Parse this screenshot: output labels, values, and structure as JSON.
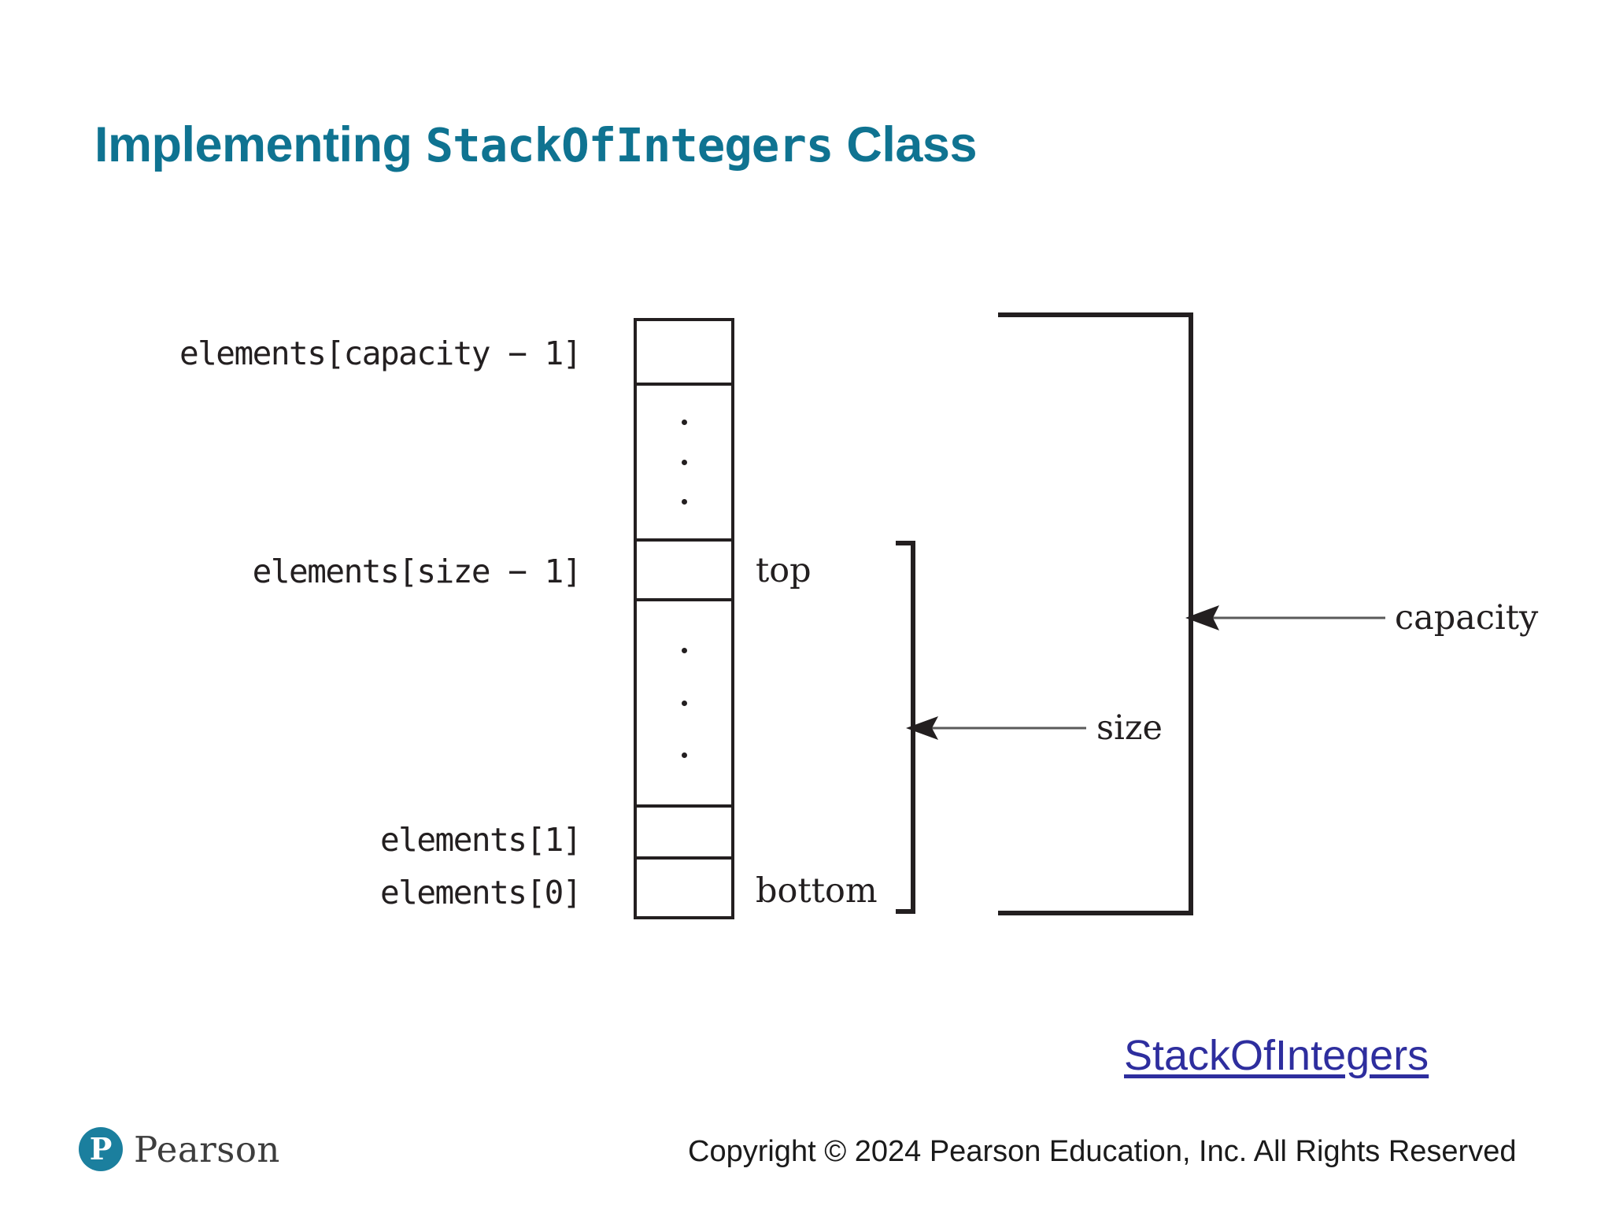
{
  "slide": {
    "title_prefix": "Implementing ",
    "title_code": "StackOfIntegers",
    "title_suffix": " Class",
    "title_color": "#0f7391"
  },
  "diagram": {
    "type": "stack-array-memory-layout",
    "index_labels": [
      {
        "id": "capacity-minus-1",
        "text": "elements[capacity − 1]"
      },
      {
        "id": "size-minus-1",
        "text": "elements[size − 1]"
      },
      {
        "id": "index-1",
        "text": "elements[1]"
      },
      {
        "id": "index-0",
        "text": "elements[0]"
      }
    ],
    "pointer_labels": [
      {
        "id": "top",
        "text": "top"
      },
      {
        "id": "bottom",
        "text": "bottom"
      }
    ],
    "bracket_labels": [
      {
        "id": "size",
        "text": "size"
      },
      {
        "id": "capacity",
        "text": "capacity"
      }
    ],
    "cells": [
      {
        "id": "cell-capacity-minus-1",
        "dots": false
      },
      {
        "id": "cell-gap-upper",
        "dots": true
      },
      {
        "id": "cell-size-minus-1",
        "dots": false
      },
      {
        "id": "cell-gap-lower",
        "dots": true
      },
      {
        "id": "cell-index-1",
        "dots": false
      },
      {
        "id": "cell-index-0",
        "dots": false
      }
    ],
    "stroke_color": "#231f20"
  },
  "footer": {
    "link_label": "StackOfIntegers",
    "link_color": "#2e2e9e",
    "copyright": "Copyright © 2024 Pearson Education, Inc. All Rights Reserved",
    "logo_letter": "P",
    "logo_word": "Pearson",
    "logo_color": "#1b7f9e"
  }
}
